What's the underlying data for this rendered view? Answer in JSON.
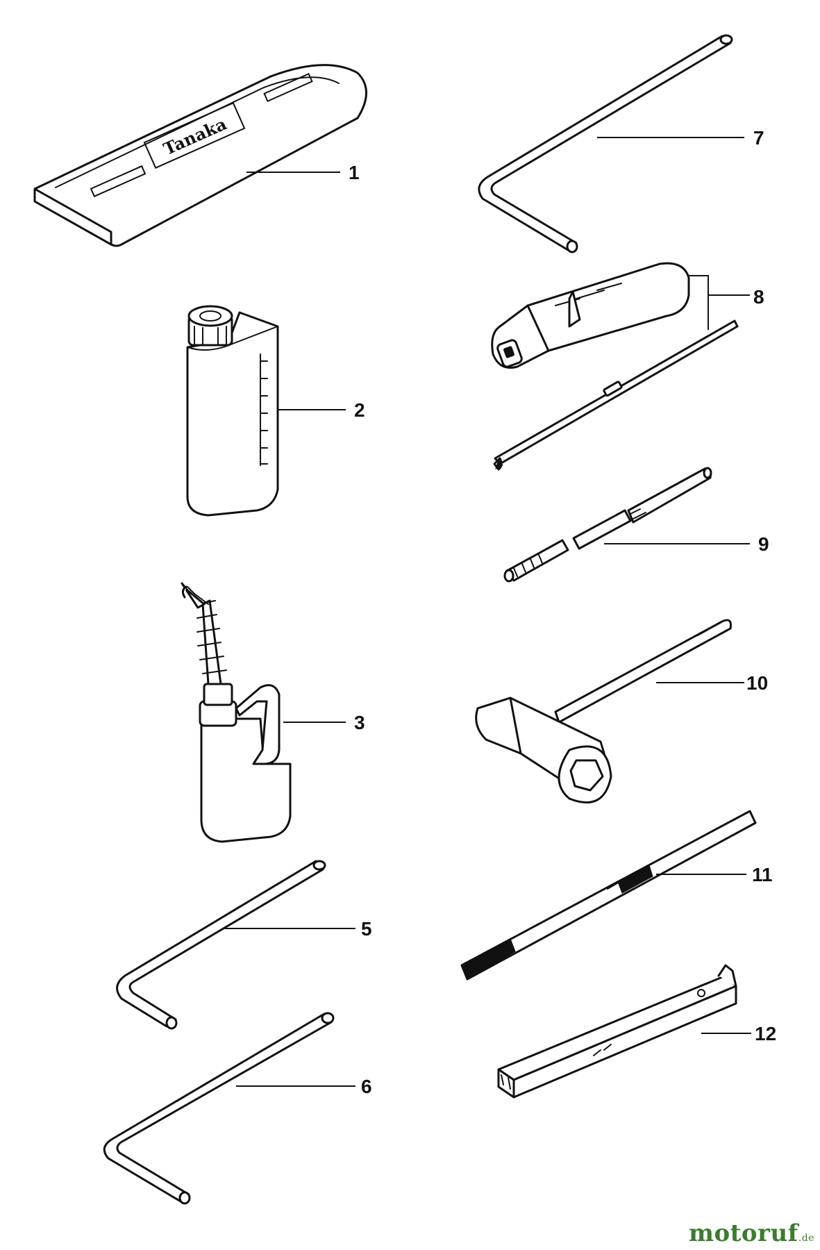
{
  "diagram": {
    "callouts": [
      "1",
      "2",
      "3",
      "5",
      "6",
      "7",
      "8",
      "9",
      "10",
      "11",
      "12"
    ],
    "brand_label": "Tanaka"
  },
  "watermark": {
    "name": "motoruf",
    "tld": ".de",
    "color": "#3a7d2c"
  }
}
